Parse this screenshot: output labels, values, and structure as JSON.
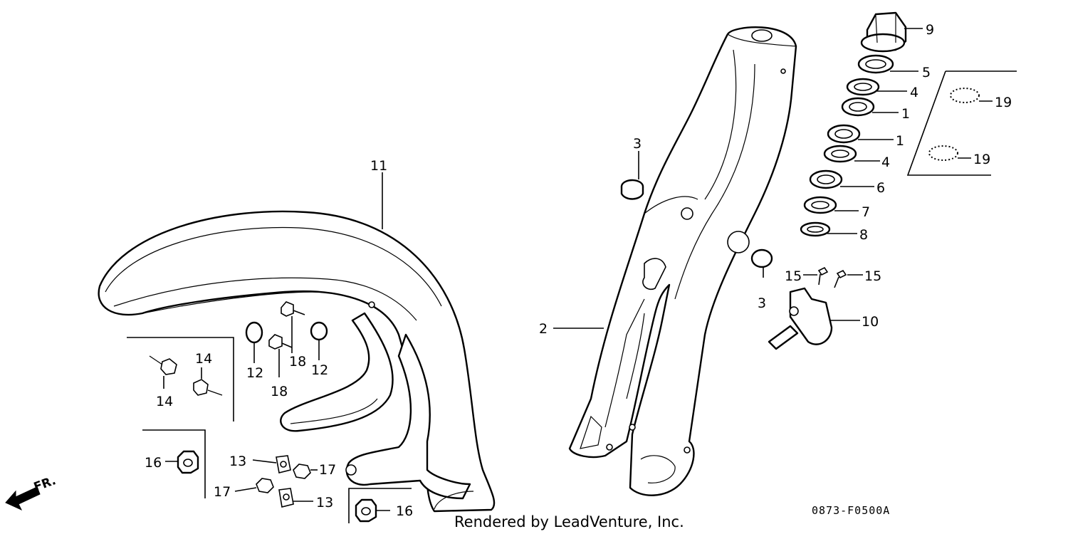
{
  "diagram": {
    "part_labels": {
      "p1a": "1",
      "p1b": "1",
      "p2": "2",
      "p3a": "3",
      "p3b": "3",
      "p4a": "4",
      "p4b": "4",
      "p5": "5",
      "p6": "6",
      "p7": "7",
      "p8": "8",
      "p9": "9",
      "p10": "10",
      "p11": "11",
      "p12a": "12",
      "p12b": "12",
      "p13a": "13",
      "p13b": "13",
      "p14a": "14",
      "p14b": "14",
      "p15a": "15",
      "p15b": "15",
      "p16a": "16",
      "p16b": "16",
      "p17a": "17",
      "p17b": "17",
      "p18a": "18",
      "p18b": "18",
      "p19a": "19",
      "p19b": "19"
    },
    "direction_label": "FR.",
    "diagram_code": "0873-F0500A",
    "footer": "Rendered by LeadVenture, Inc."
  }
}
